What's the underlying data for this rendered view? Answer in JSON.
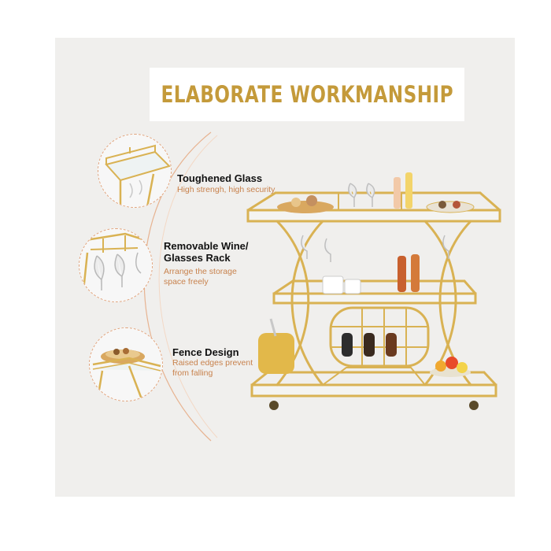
{
  "banner": {
    "title": "ELABORATE WORKMANSHIP"
  },
  "features": [
    {
      "title": "Toughened Glass",
      "desc_lines": [
        "High strengh, high security"
      ]
    },
    {
      "title_lines": [
        "Removable Wine/",
        "Glasses Rack"
      ],
      "desc_lines": [
        "Arrange the storage",
        "space freely"
      ]
    },
    {
      "title": "Fence Design",
      "desc_lines": [
        "Raised edges prevent",
        "from falling"
      ]
    }
  ],
  "colors": {
    "banner_text": "#c49a3a",
    "accent": "#e1a27a",
    "desc_text": "#c8824d",
    "gold": "#d9b253",
    "background": "#f0efed"
  },
  "icons": [
    "glass-shelf-closeup-icon",
    "wine-glass-rack-closeup-icon",
    "fence-rail-closeup-icon",
    "bar-cart-photo"
  ]
}
